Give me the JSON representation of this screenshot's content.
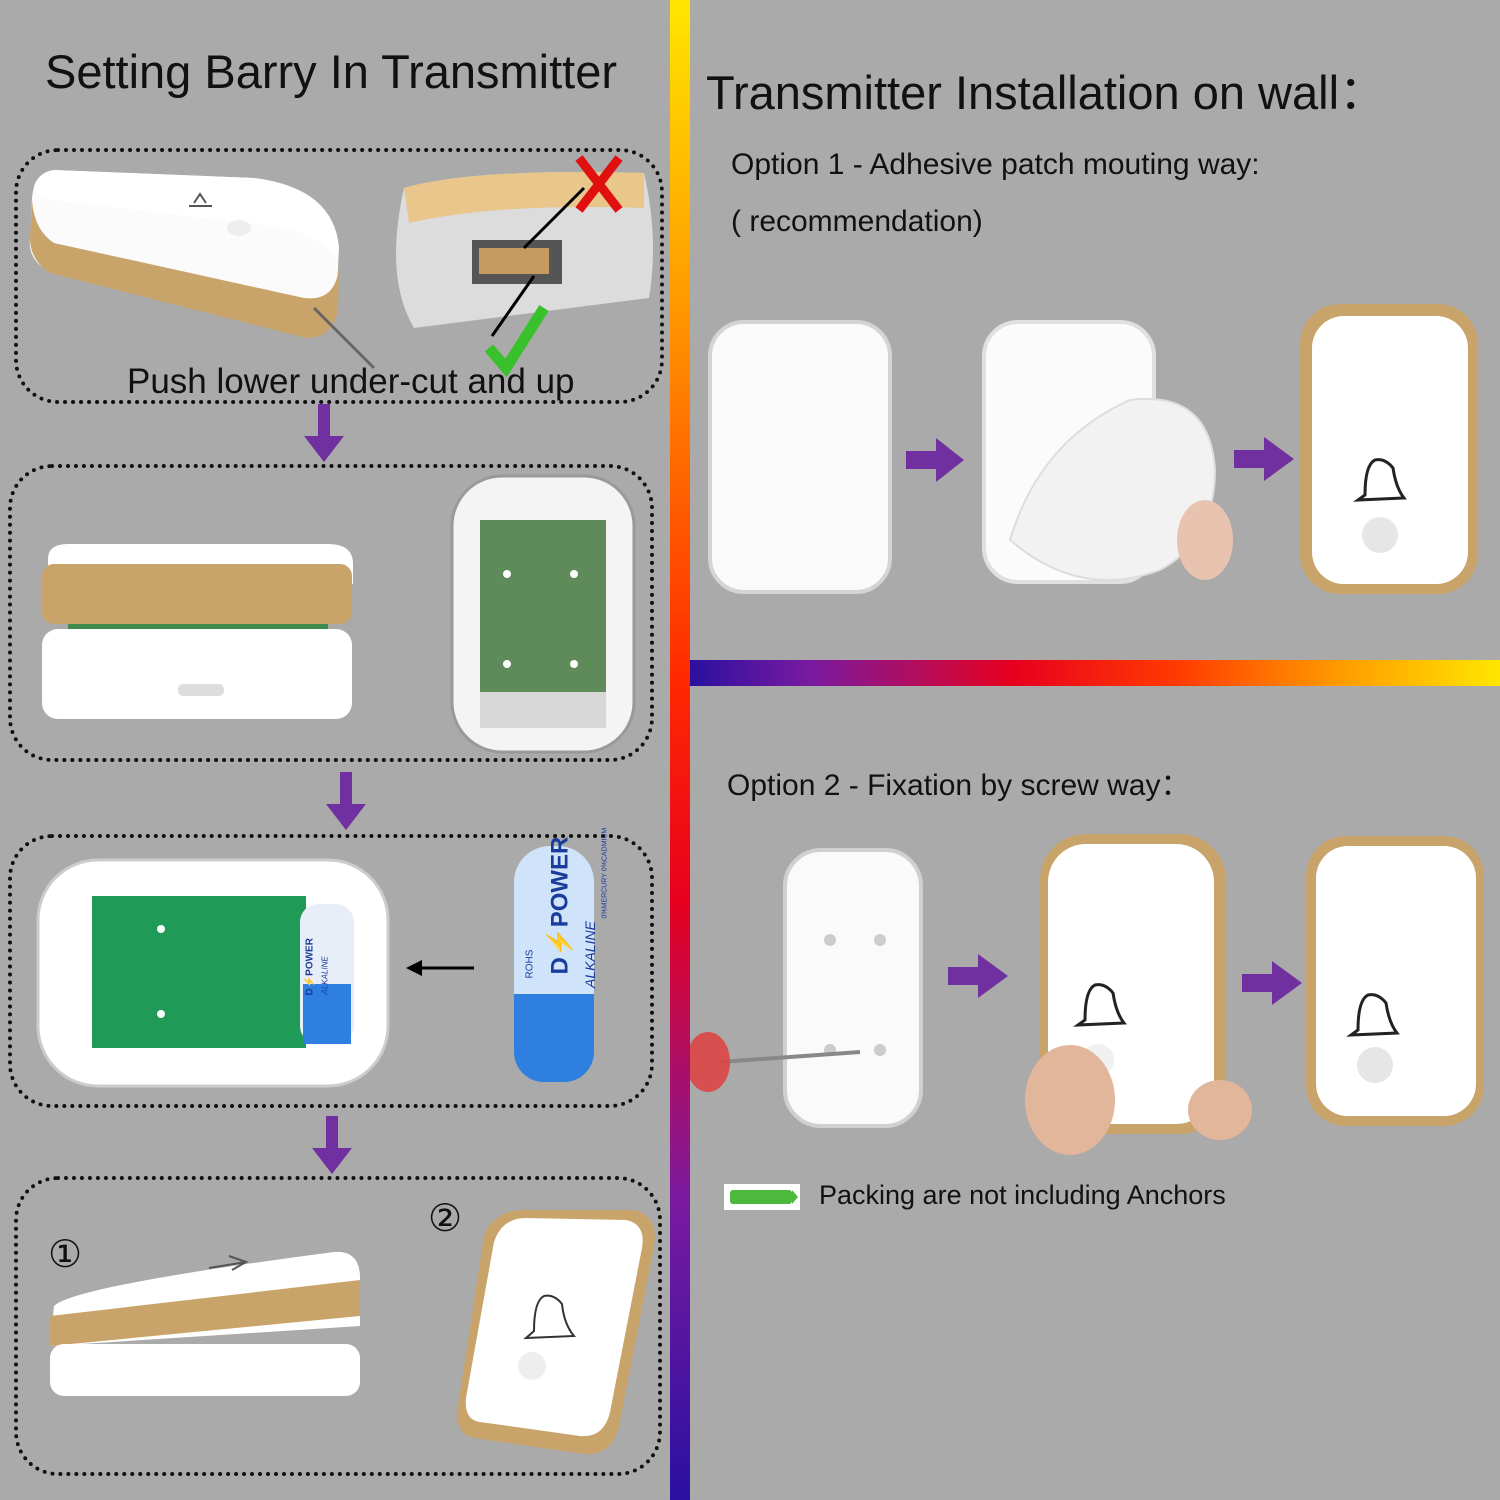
{
  "left_panel": {
    "title": "Setting Barry In Transmitter",
    "step1_caption": "Push lower under-cut  and up",
    "step4_labels": [
      "①",
      "②"
    ],
    "battery_text": {
      "brand": "D⚡POWER",
      "type": "ALKALINE",
      "rohs": "ROHS",
      "fine": "0%MERCURY 0%CADMIUM"
    },
    "inset_battery_text": {
      "brand": "D⚡POWER",
      "type": "ALKALINE"
    }
  },
  "right_panel": {
    "title": "Transmitter Installation on wall：",
    "option1_title": "Option 1 - Adhesive patch mouting way:",
    "option1_sub": "( recommendation)",
    "option2_title": "Option 2 - Fixation by screw way：",
    "note": "Packing are not including Anchors"
  },
  "colors": {
    "background": "#aaaaaa",
    "arrow": "#7030a0",
    "gold": "#c9a46a",
    "pcb": "#3f8a4e",
    "battery_blue": "#2f7fe0",
    "check": "#38c12a",
    "cross": "#e01010"
  }
}
